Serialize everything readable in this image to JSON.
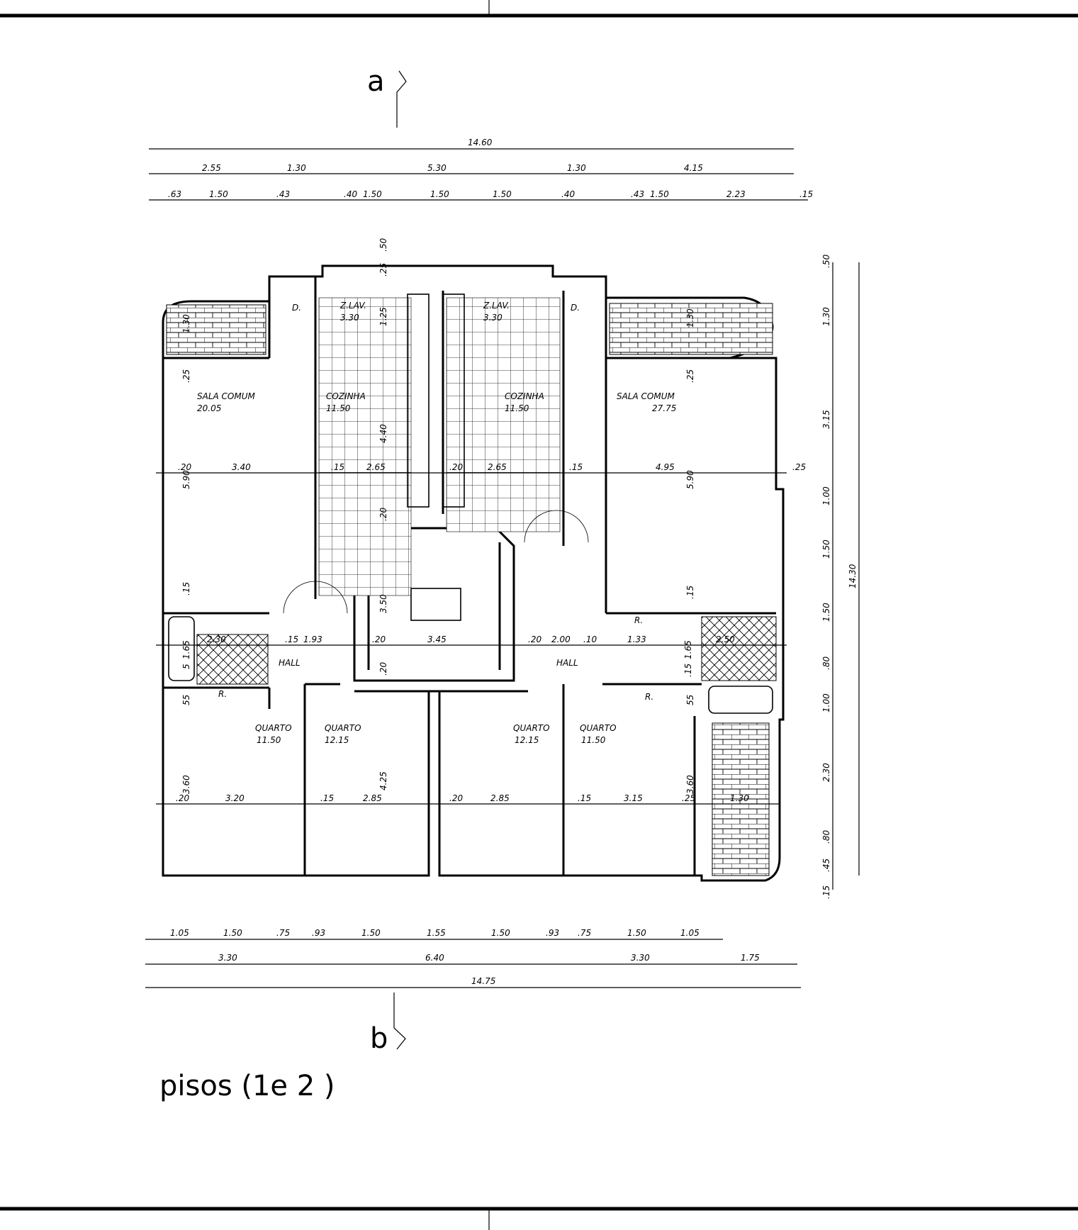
{
  "sections": {
    "a": "a",
    "b": "b"
  },
  "title": "pisos (1e 2 )",
  "top_dims": {
    "overall": "14.60",
    "row2": [
      "2.55",
      "1.30",
      "5.30",
      "1.30",
      "4.15"
    ],
    "row3": [
      ".63",
      "1.50",
      ".43",
      ".40",
      "1.50",
      "1.50",
      "1.50",
      ".40",
      ".43",
      "1.50",
      "2.23",
      ".15"
    ]
  },
  "bottom_dims": {
    "row1": [
      "1.05",
      "1.50",
      ".75",
      ".93",
      "1.50",
      "1.55",
      "1.50",
      ".93",
      ".75",
      "1.50",
      "1.05"
    ],
    "row2": [
      "3.30",
      "6.40",
      "3.30",
      "1.75"
    ],
    "overall": "14.75"
  },
  "right_dims": {
    "segments": [
      ".50",
      "1.30",
      "3.15",
      "1.00",
      "1.50",
      "1.50",
      ".80",
      "1.00",
      "2.30",
      ".80",
      ".45",
      ".15"
    ],
    "overall": "14.30"
  },
  "rooms": [
    {
      "name": "SALA COMUM",
      "area": "20.05"
    },
    {
      "name": "COZINHA",
      "area": "11.50"
    },
    {
      "name": "Z.LAV.",
      "area": "3.30"
    },
    {
      "name": "D.",
      "area": ""
    },
    {
      "name": "Z.LAV.",
      "area": "3.30"
    },
    {
      "name": "COZINHA",
      "area": "11.50"
    },
    {
      "name": "D.",
      "area": ""
    },
    {
      "name": "SALA COMUM",
      "area": "27.75"
    },
    {
      "name": "HALL",
      "area": ""
    },
    {
      "name": "HALL",
      "area": ""
    },
    {
      "name": "R.",
      "area": ""
    },
    {
      "name": "R.",
      "area": ""
    },
    {
      "name": "R.",
      "area": ""
    },
    {
      "name": "QUARTO",
      "area": "11.50"
    },
    {
      "name": "QUARTO",
      "area": "12.15"
    },
    {
      "name": "QUARTO",
      "area": "12.15"
    },
    {
      "name": "QUARTO",
      "area": "11.50"
    }
  ],
  "inner_dims": {
    "living_left_width": "3.40",
    "living_left_depth": "5.90",
    "living_left_gap": ".20",
    "living_left_top": ".25",
    "balcony_left": "1.30",
    "wall_15_left": ".15",
    "kitchen_left_width": "2.65",
    "kitchen_left_gap": ".15",
    "kitchen_left_depth": "4.40",
    "zlav_left_depth": "1.25",
    "top_25": ".25",
    "top_50": ".50",
    "kitchen_right_gap": ".20",
    "kitchen_right_width": "2.65",
    "kitchen_20": ".20",
    "living_right_gap": ".15",
    "living_right_width": "4.95",
    "living_right_edge": ".25",
    "living_right_depth": "5.90",
    "living_right_top": ".25",
    "balcony_right": "1.30",
    "bath_left_width": "2.30",
    "bath_left_depth": "1.65",
    "bath_left_5": "5",
    "hall_left_gap": ".15",
    "hall_left_width": "1.93",
    "stair_gap_l": ".20",
    "stair_width": "3.45",
    "stair_gap_r": ".20",
    "stair_depth": "3.50",
    "stair_20": ".20",
    "hall_right_width": "2.00",
    "hall_right_gap": ".10",
    "r_right_width": "1.33",
    "bath_right_width": "2.50",
    "bath_right_depth": "1.65",
    "bath_right_15": ".15",
    "r_55_left": "55",
    "r_55_right": "55",
    "living_r_15": ".15",
    "q1_width": "3.20",
    "q1_gap": ".20",
    "q1_depth": "3.60",
    "q2_gap": ".15",
    "q2_width": "2.85",
    "q2_depth": "4.25",
    "q3_gap": ".20",
    "q3_width": "2.85",
    "q4_gap": ".15",
    "q4_width": "3.15",
    "q4_depth": "3.60",
    "q4_gap_r": ".25",
    "balcony_bottom": "1.30"
  }
}
